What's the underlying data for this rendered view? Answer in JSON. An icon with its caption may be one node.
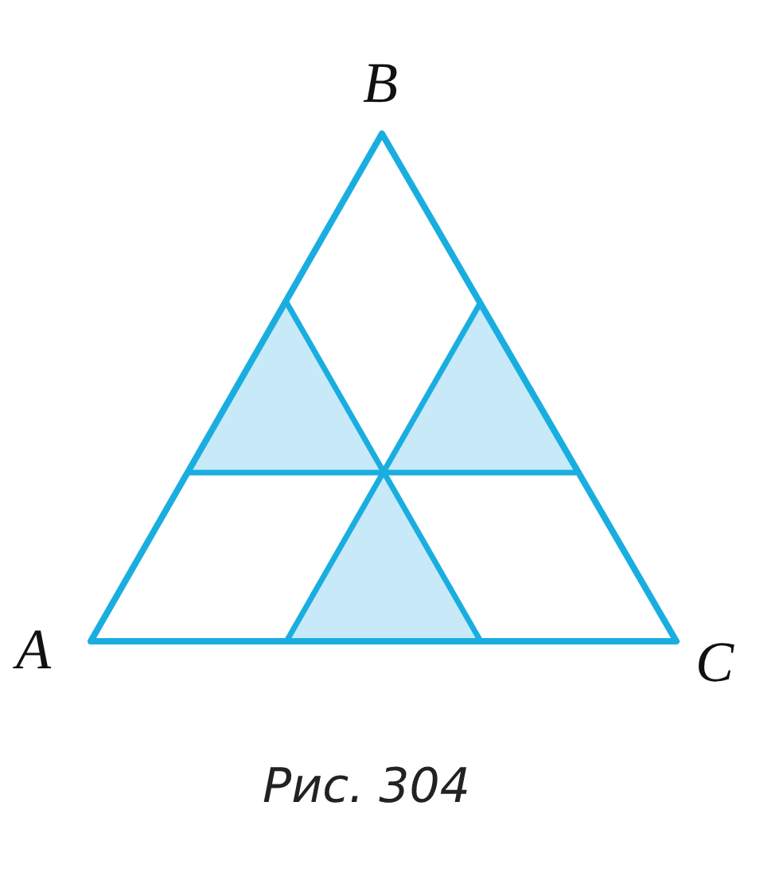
{
  "diagram": {
    "caption": "Рис. 304",
    "labels": [
      "B",
      "A",
      "C"
    ]
  }
}
